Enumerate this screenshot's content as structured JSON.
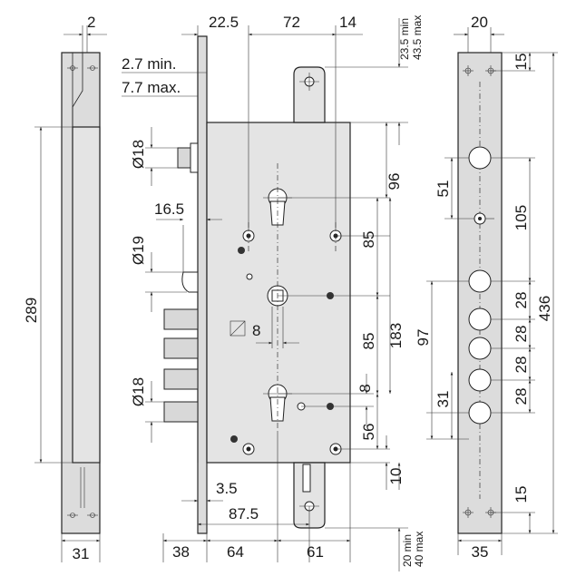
{
  "left_view": {
    "top_dim": "2",
    "bottom_dim": "31",
    "height_dim": "289"
  },
  "side_view": {
    "top_dims": [
      "22.5",
      "72",
      "14"
    ],
    "backset_min": "2.7 min.",
    "backset_max": "7.7 max.",
    "top_right_min": "23.5 min",
    "top_right_max": "43.5 max",
    "latch_dia": "Ø18",
    "spindle": "16.5",
    "roller_dia": "Ø19",
    "bolt_dia": "Ø18",
    "square": "8",
    "center_dims": [
      "96",
      "85",
      "85",
      "183",
      "8",
      "56",
      "10"
    ],
    "bottom_dims": [
      "3.5",
      "87.5"
    ],
    "bottom_row": [
      "38",
      "64",
      "61"
    ],
    "bottom_right_min": "20 min",
    "bottom_right_max": "40 max"
  },
  "front_plate": {
    "top_dim": "20",
    "bottom_dim": "35",
    "dims": [
      "15",
      "51",
      "105",
      "97",
      "28",
      "28",
      "28",
      "28",
      "436",
      "31",
      "15"
    ]
  },
  "colors": {
    "line": "#222222",
    "fill": "#dcdcdc",
    "background": "#ffffff"
  }
}
